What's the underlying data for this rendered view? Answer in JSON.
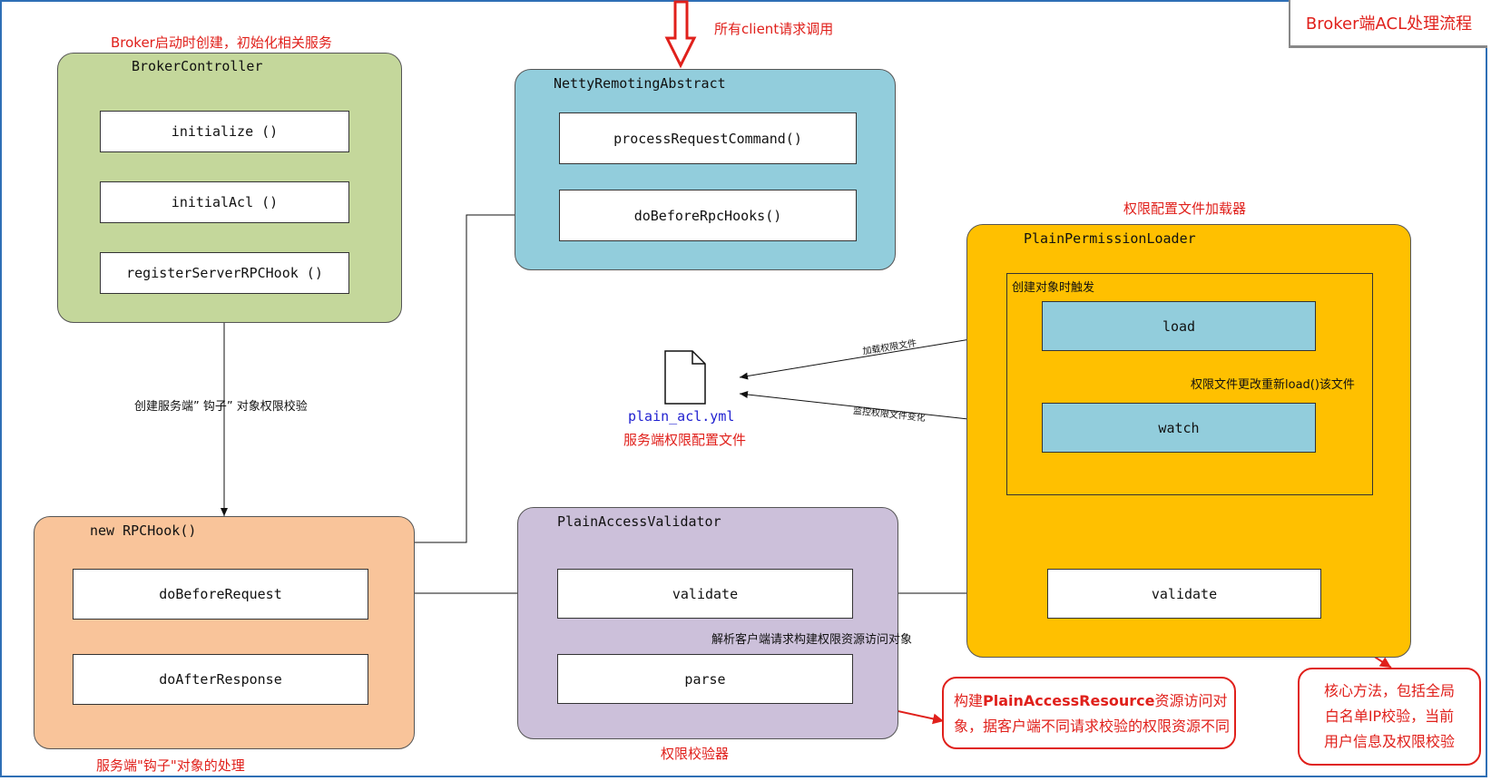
{
  "header": {
    "title": "Broker端ACL处理流程"
  },
  "captions": {
    "broker_startup": "Broker启动时创建，初始化相关服务",
    "client_requests": "所有client请求调用",
    "permission_loader": "权限配置文件加载器",
    "hook_processing": "服务端\"钩子\"对象的处理",
    "validator": "权限校验器",
    "acl_file_desc": "服务端权限配置文件"
  },
  "broker_controller": {
    "title": "BrokerController",
    "methods": [
      "initialize ()",
      "initialAcl ()",
      "registerServerRPCHook ()"
    ]
  },
  "netty": {
    "title": "NettyRemotingAbstract",
    "methods": [
      "processRequestCommand()",
      "doBeforeRpcHooks()"
    ]
  },
  "rpc_hook": {
    "title": "new RPCHook()",
    "methods": [
      "doBeforeRequest",
      "doAfterResponse"
    ]
  },
  "validator_box": {
    "title": "PlainAccessValidator",
    "methods": [
      "validate",
      "parse"
    ]
  },
  "loader": {
    "title": "PlainPermissionLoader",
    "inner_title": "创建对象时触发",
    "load": "load",
    "watch": "watch",
    "validate": "validate"
  },
  "file": {
    "name": "plain_acl.yml"
  },
  "edge_labels": {
    "create_hook": "创建服务端” 钩子” 对象权限校验",
    "load_file": "加载权限文件",
    "monitor_file": "监控权限文件变化",
    "reload": "权限文件更改重新load()该文件",
    "parse_request": "解析客户端请求构建权限资源访问对象"
  },
  "notes": {
    "resource_line1_prefix": "构建",
    "resource_line1_bold": "PlainAccessResource",
    "resource_line1_suffix": "资源访问对",
    "resource_line2": "象，据客户端不同请求校验的权限资源不同",
    "core_line1": "核心方法，包括全局",
    "core_line2": "白名单IP校验，当前",
    "core_line3": "用户信息及权限校验"
  },
  "colors": {
    "broker_controller_bg": "#c4d79b",
    "netty_bg": "#92cddc",
    "rpc_hook_bg": "#f9c49a",
    "validator_bg": "#ccc0da",
    "loader_bg": "#ffc000",
    "annotation_red": "#e0201b"
  }
}
